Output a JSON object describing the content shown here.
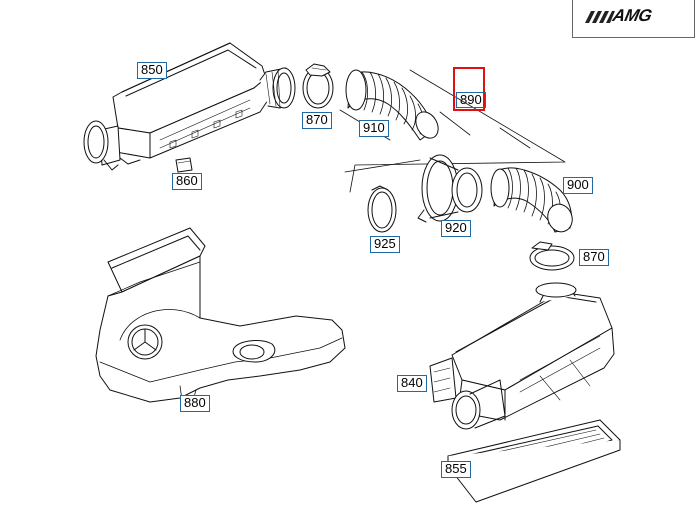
{
  "logo": {
    "text": "AMG"
  },
  "callouts": {
    "850": "850",
    "870a": "870",
    "910": "910",
    "890": "890",
    "860": "860",
    "900": "900",
    "925": "925",
    "920": "920",
    "870b": "870",
    "880": "880",
    "840": "840",
    "855": "855"
  },
  "highlight": {
    "part": "890",
    "color": "#e01010"
  },
  "colors": {
    "callout_border": "#1f6aa5",
    "line": "#000000"
  }
}
